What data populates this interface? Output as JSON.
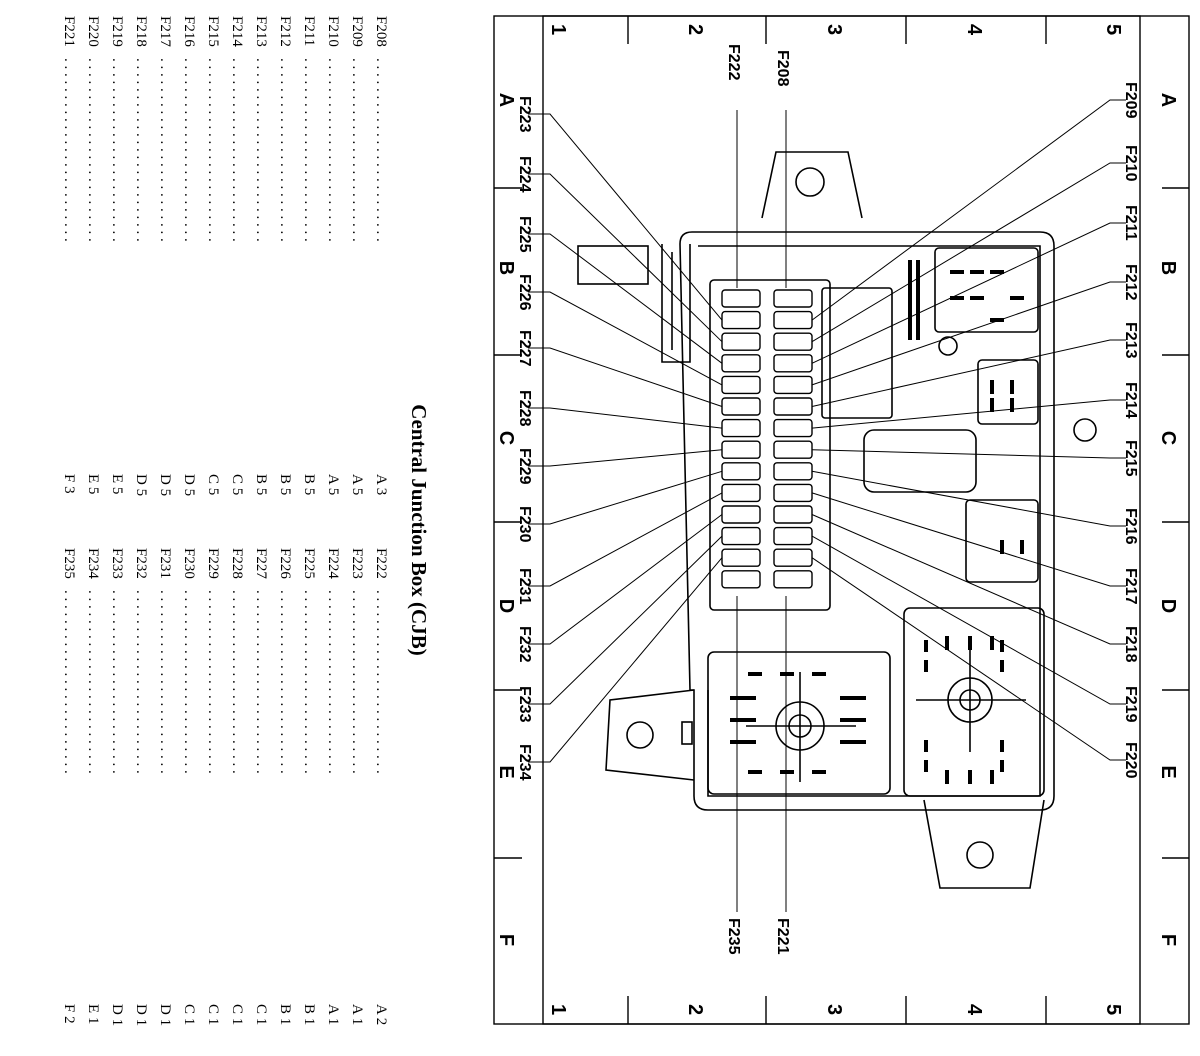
{
  "title": "Central Junction Box (CJB)",
  "grid": {
    "rows": [
      "A",
      "B",
      "C",
      "D",
      "E",
      "F"
    ],
    "cols": [
      "1",
      "2",
      "3",
      "4",
      "5"
    ]
  },
  "index_left": [
    {
      "fuse": "F208",
      "loc": "A 3"
    },
    {
      "fuse": "F209",
      "loc": "A 5"
    },
    {
      "fuse": "F210",
      "loc": "A 5"
    },
    {
      "fuse": "F211",
      "loc": "B 5"
    },
    {
      "fuse": "F212",
      "loc": "B 5"
    },
    {
      "fuse": "F213",
      "loc": "B 5"
    },
    {
      "fuse": "F214",
      "loc": "C 5"
    },
    {
      "fuse": "F215",
      "loc": "C 5"
    },
    {
      "fuse": "F216",
      "loc": "D 5"
    },
    {
      "fuse": "F217",
      "loc": "D 5"
    },
    {
      "fuse": "F218",
      "loc": "D 5"
    },
    {
      "fuse": "F219",
      "loc": "E 5"
    },
    {
      "fuse": "F220",
      "loc": "E 5"
    },
    {
      "fuse": "F221",
      "loc": "F 3"
    }
  ],
  "index_right": [
    {
      "fuse": "F222",
      "loc": "A 2"
    },
    {
      "fuse": "F223",
      "loc": "A 1"
    },
    {
      "fuse": "F224",
      "loc": "A 1"
    },
    {
      "fuse": "F225",
      "loc": "B 1"
    },
    {
      "fuse": "F226",
      "loc": "B 1"
    },
    {
      "fuse": "F227",
      "loc": "C 1"
    },
    {
      "fuse": "F228",
      "loc": "C 1"
    },
    {
      "fuse": "F229",
      "loc": "C 1"
    },
    {
      "fuse": "F230",
      "loc": "C 1"
    },
    {
      "fuse": "F231",
      "loc": "D 1"
    },
    {
      "fuse": "F232",
      "loc": "D 1"
    },
    {
      "fuse": "F233",
      "loc": "D 1"
    },
    {
      "fuse": "F234",
      "loc": "E 1"
    },
    {
      "fuse": "F235",
      "loc": "F 2"
    }
  ],
  "callouts": {
    "top_col3": "F208",
    "top_col2": "F222",
    "bottom_col3": "F221",
    "bottom_col2": "F235",
    "right_side": [
      "F209",
      "F210",
      "F211",
      "F212",
      "F213",
      "F214",
      "F215",
      "F216",
      "F217",
      "F218",
      "F219",
      "F220"
    ],
    "left_side": [
      "F223",
      "F224",
      "F225",
      "F226",
      "F227",
      "F228",
      "F229",
      "F230",
      "F231",
      "F232",
      "F233",
      "F234"
    ]
  }
}
